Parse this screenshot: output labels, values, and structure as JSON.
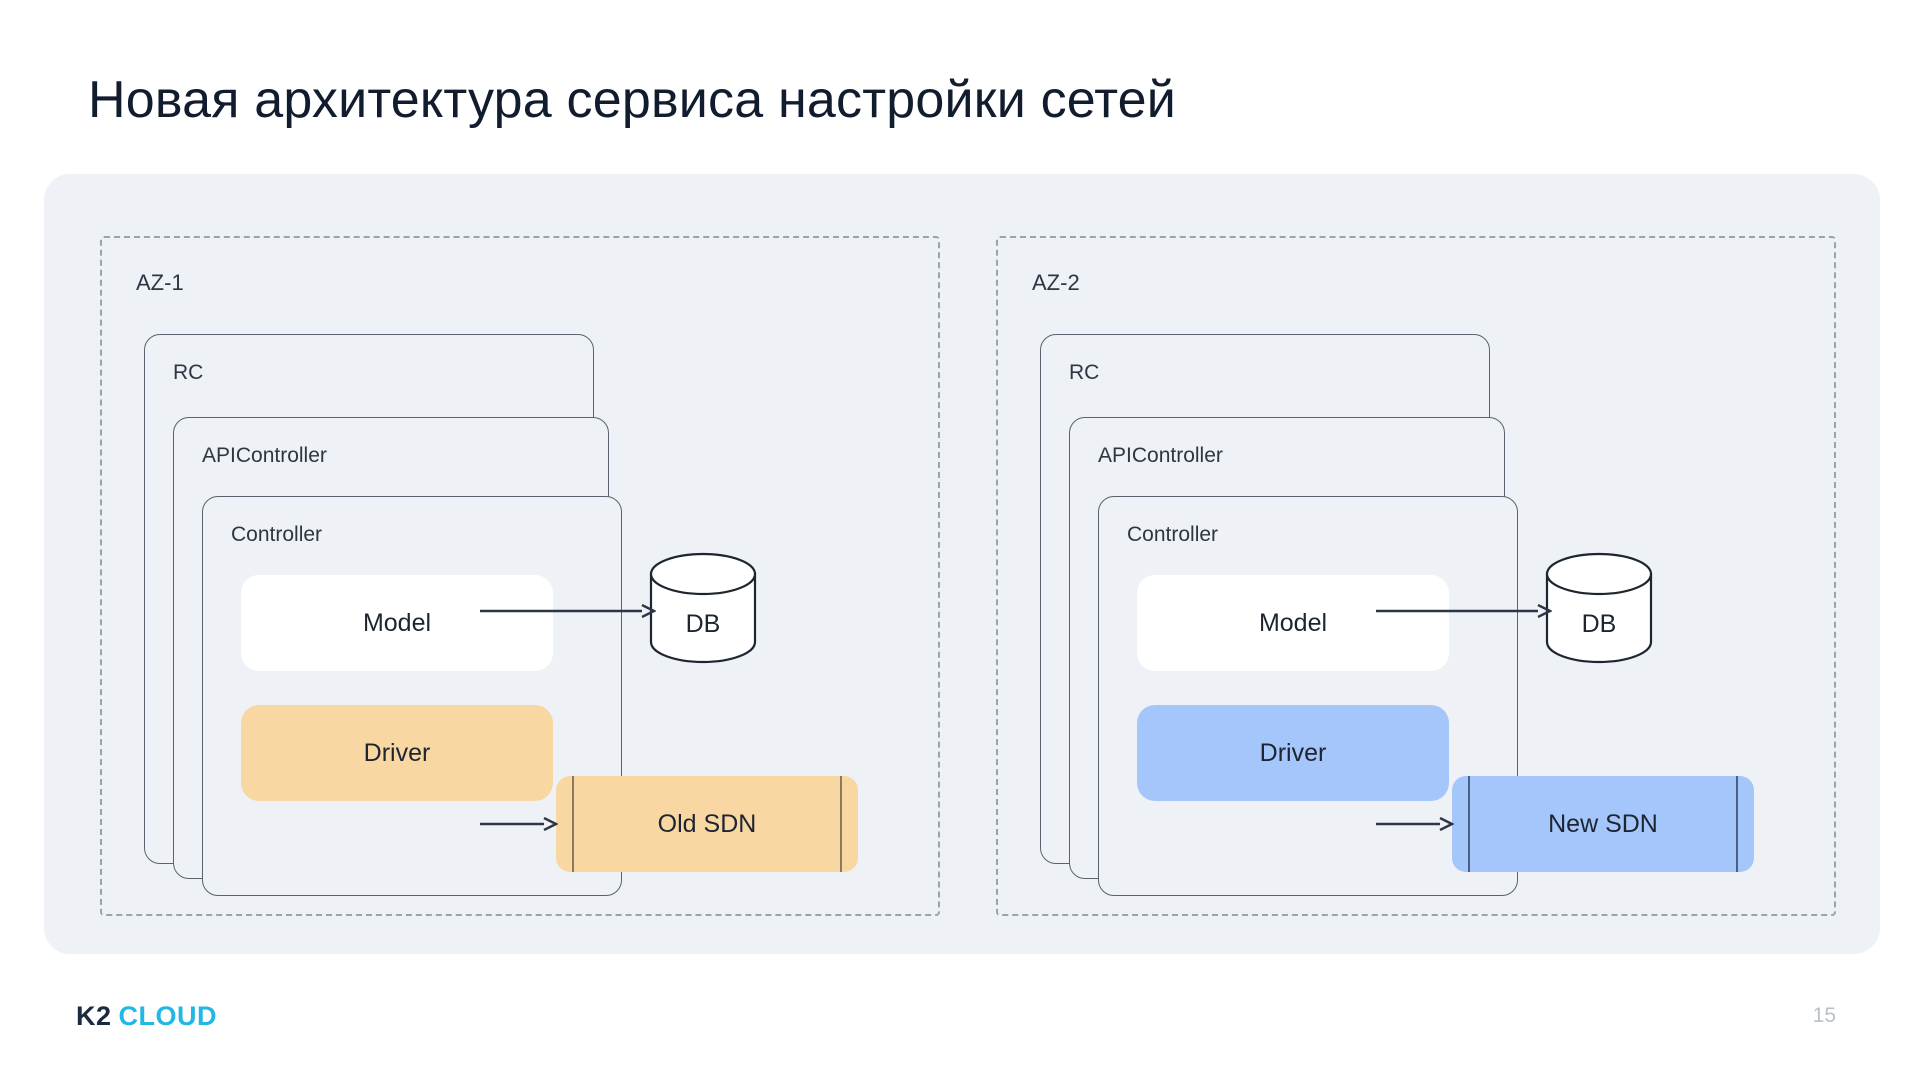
{
  "slide": {
    "title": "Новая архитектура сервиса настройки сетей",
    "page_number": "15"
  },
  "footer": {
    "logo_k2": "K2",
    "logo_cloud": "CLOUD"
  },
  "colors": {
    "canvas_bg": "#eef2f6",
    "dashed_border": "#9aa3ad",
    "box_border": "#5a636d",
    "model_bg": "#ffffff",
    "old_accent": "#f9d7a3",
    "new_accent": "#a4c6fb",
    "title_text": "#111c2e",
    "brand_cyan": "#23b7e5",
    "page_num": "#b9c1c9"
  },
  "zones": [
    {
      "id": "az-1",
      "label": "AZ-1",
      "containers": {
        "rc": "RC",
        "apicontroller": "APIController",
        "controller": "Controller"
      },
      "model": "Model",
      "driver": "Driver",
      "database": "DB",
      "sdn": "Old SDN",
      "accent": "orange"
    },
    {
      "id": "az-2",
      "label": "AZ-2",
      "containers": {
        "rc": "RC",
        "apicontroller": "APIController",
        "controller": "Controller"
      },
      "model": "Model",
      "driver": "Driver",
      "database": "DB",
      "sdn": "New SDN",
      "accent": "blue"
    }
  ],
  "connections": [
    {
      "from": "Model",
      "to": "DB",
      "zone": "AZ-1"
    },
    {
      "from": "Driver",
      "to": "Old SDN",
      "zone": "AZ-1"
    },
    {
      "from": "Model",
      "to": "DB",
      "zone": "AZ-2"
    },
    {
      "from": "Driver",
      "to": "New SDN",
      "zone": "AZ-2"
    }
  ]
}
